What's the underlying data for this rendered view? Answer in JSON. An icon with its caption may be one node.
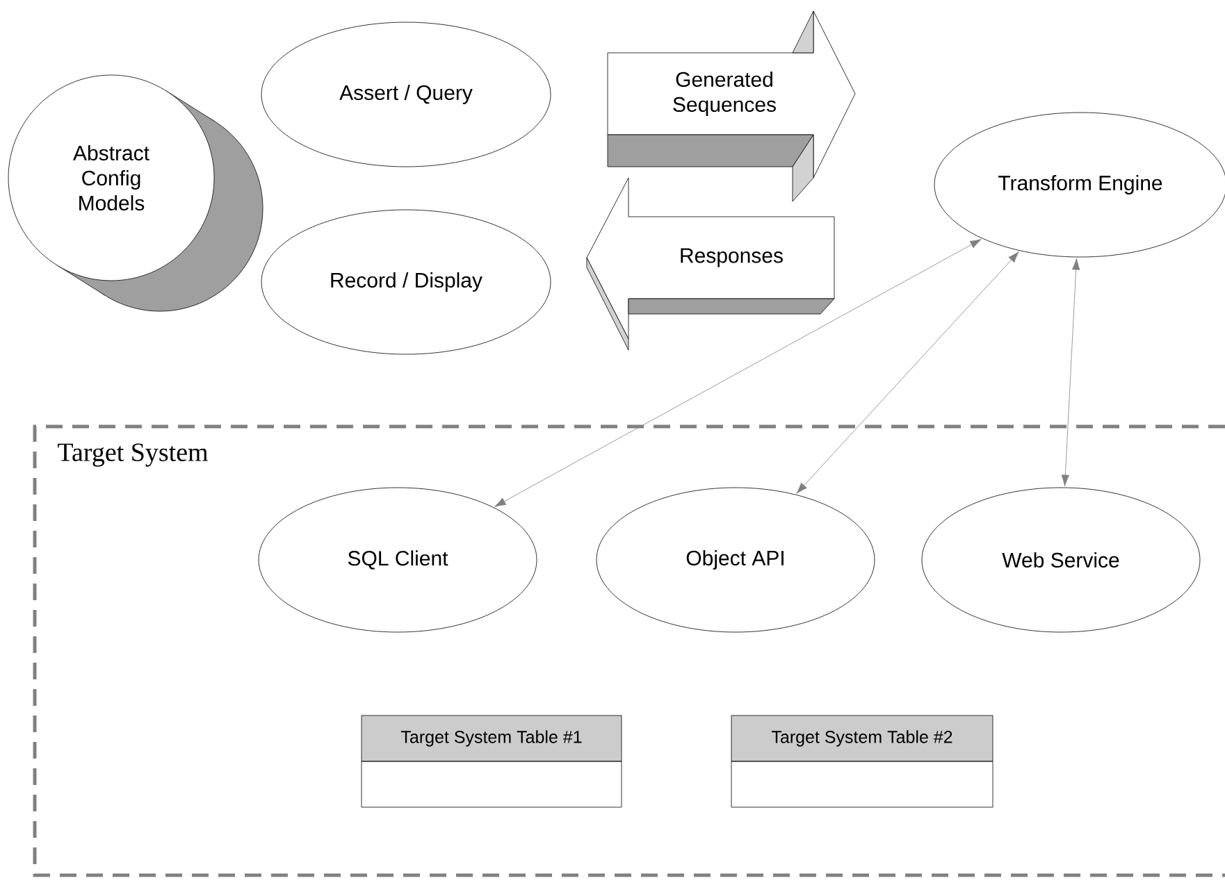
{
  "diagram": {
    "nodes": [
      {
        "text": [
          "Abstract Config Models"
        ]
      },
      {
        "text": [
          "Assert / Query"
        ]
      },
      {
        "text": [
          "Record / Display"
        ]
      },
      {
        "text": [
          "Transform Engine"
        ]
      },
      {
        "text": [
          "Target System"
        ]
      },
      {
        "text": [
          "SQL Client"
        ],
        "in": 4
      },
      {
        "text": [
          "Object API"
        ],
        "in": 4
      },
      {
        "text": [
          "Web Service"
        ],
        "in": 4
      },
      {
        "text": [
          "Target System Table #1"
        ],
        "in": 4
      },
      {
        "text": [
          "Target System Table #2"
        ],
        "in": 4
      }
    ],
    "edges": [
      {
        "from": 1,
        "to": 3,
        "arrow": "to",
        "label": "Generated Sequences"
      },
      {
        "from": 3,
        "to": 2,
        "arrow": "to",
        "label": "Responses"
      },
      {
        "from": 3,
        "to": 5,
        "arrow": "both"
      },
      {
        "from": 3,
        "to": 6,
        "arrow": "both"
      },
      {
        "from": 3,
        "to": 7,
        "arrow": "both"
      }
    ]
  }
}
